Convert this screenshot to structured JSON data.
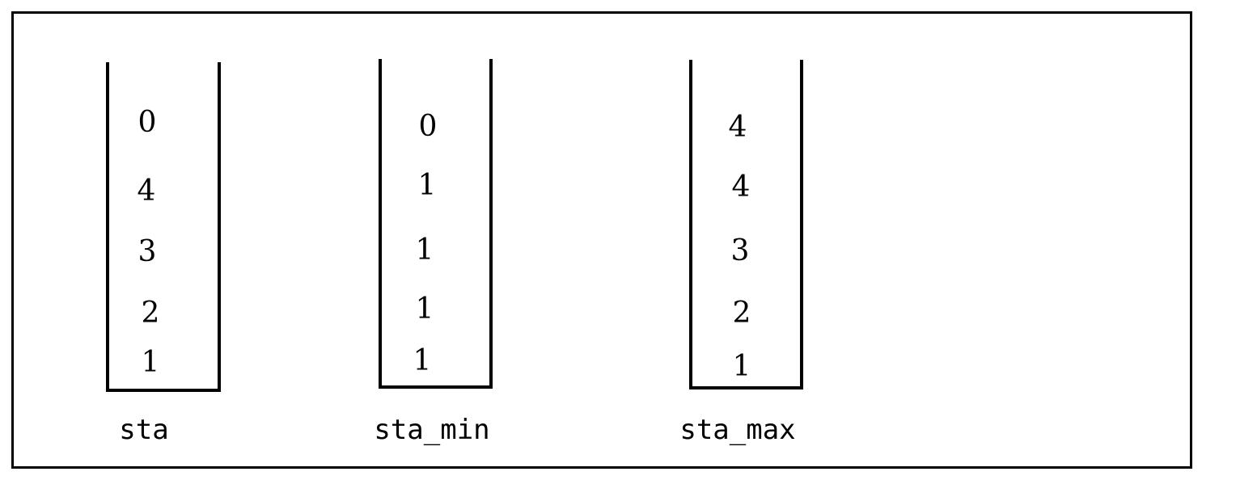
{
  "stacks": [
    {
      "label": "sta",
      "values": [
        "0",
        "4",
        "3",
        "2",
        "1"
      ]
    },
    {
      "label": "sta_min",
      "values": [
        "0",
        "1",
        "1",
        "1",
        "1"
      ]
    },
    {
      "label": "sta_max",
      "values": [
        "4",
        "4",
        "3",
        "2",
        "1"
      ]
    }
  ]
}
